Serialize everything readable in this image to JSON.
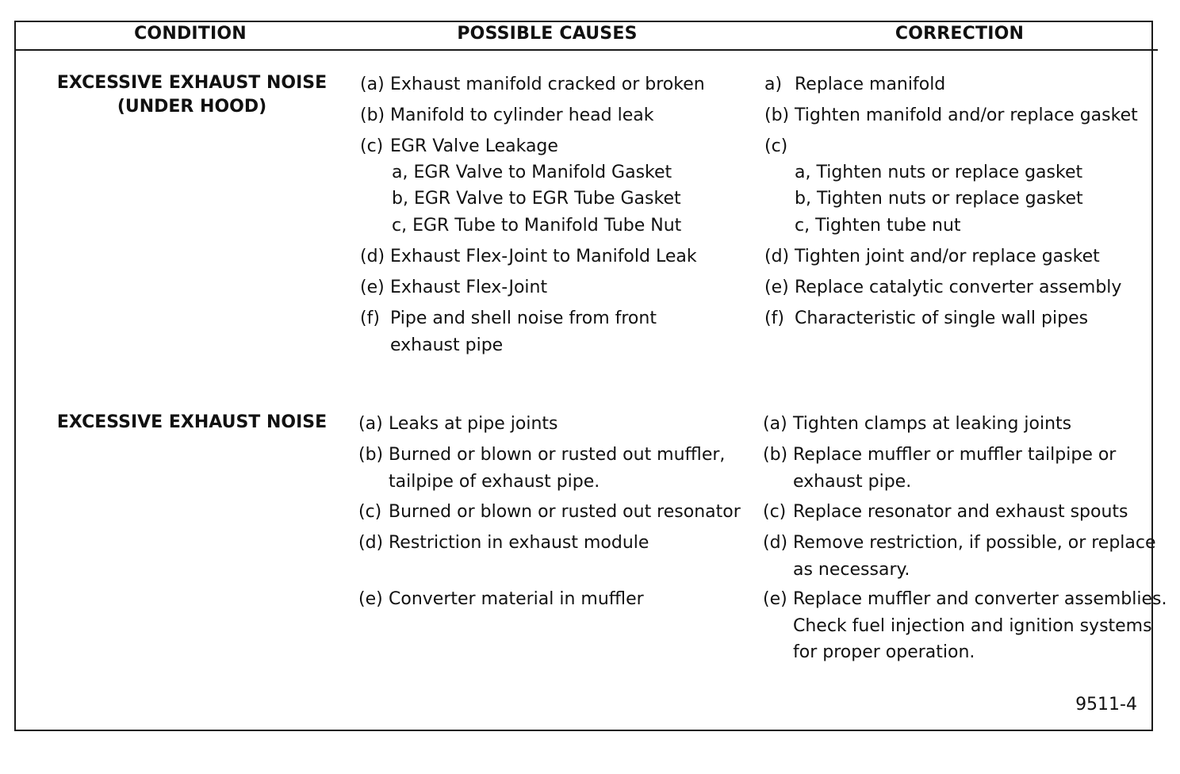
{
  "headers": {
    "condition": "CONDITION",
    "causes": "POSSIBLE CAUSES",
    "correction": "CORRECTION"
  },
  "sections": [
    {
      "condition_lines": [
        "EXCESSIVE EXHAUST NOISE",
        "(UNDER HOOD)"
      ],
      "causes": [
        {
          "label": "(a)",
          "text": "Exhaust manifold cracked or broken"
        },
        {
          "label": "(b)",
          "text": "Manifold to cylinder head leak"
        },
        {
          "label": "(c)",
          "text": "EGR Valve Leakage",
          "subs": [
            "a, EGR Valve to Manifold Gasket",
            "b, EGR Valve to EGR Tube Gasket",
            "c, EGR Tube to Manifold Tube Nut"
          ]
        },
        {
          "label": "(d)",
          "text": "Exhaust Flex-Joint to Manifold Leak"
        },
        {
          "label": "(e)",
          "text": "Exhaust Flex-Joint"
        },
        {
          "label": "(f)",
          "text": "Pipe and shell noise from front",
          "text2": "exhaust pipe"
        }
      ],
      "corrections": [
        {
          "label": "a)",
          "text": "Replace manifold"
        },
        {
          "label": "(b)",
          "text": "Tighten manifold and/or replace gasket"
        },
        {
          "label": "(c)",
          "text": "",
          "subs": [
            "a, Tighten nuts or replace gasket",
            "b, Tighten nuts or replace gasket",
            "c, Tighten tube nut"
          ]
        },
        {
          "label": "(d)",
          "text": "Tighten joint and/or replace gasket"
        },
        {
          "label": "(e)",
          "text": "Replace catalytic converter assembly"
        },
        {
          "label": "(f)",
          "text": "Characteristic of single wall pipes"
        }
      ]
    },
    {
      "condition_lines": [
        "EXCESSIVE EXHAUST NOISE"
      ],
      "causes": [
        {
          "label": "(a)",
          "text": "Leaks at pipe joints"
        },
        {
          "label": "(b)",
          "text": "Burned or blown or rusted out muffler,",
          "text2": "tailpipe of exhaust pipe."
        },
        {
          "label": "(c)",
          "text": "Burned or blown or rusted out resonator"
        },
        {
          "label": "(d)",
          "text": "Restriction in exhaust module"
        },
        {
          "label": "(e)",
          "text": "Converter material in muffler"
        }
      ],
      "corrections": [
        {
          "label": "(a)",
          "text": "Tighten clamps at leaking joints"
        },
        {
          "label": "(b)",
          "text": "Replace muffler or muffler tailpipe or",
          "text2": "exhaust pipe."
        },
        {
          "label": "(c)",
          "text": "Replace resonator and exhaust spouts"
        },
        {
          "label": "(d)",
          "text": "Remove restriction, if possible, or replace",
          "text2": "as necessary."
        },
        {
          "label": "(e)",
          "text": "Replace muffler and converter assemblies.",
          "text2": "Check fuel injection and ignition systems",
          "text3": "for proper operation."
        }
      ]
    }
  ],
  "figure_id": "9511-4"
}
